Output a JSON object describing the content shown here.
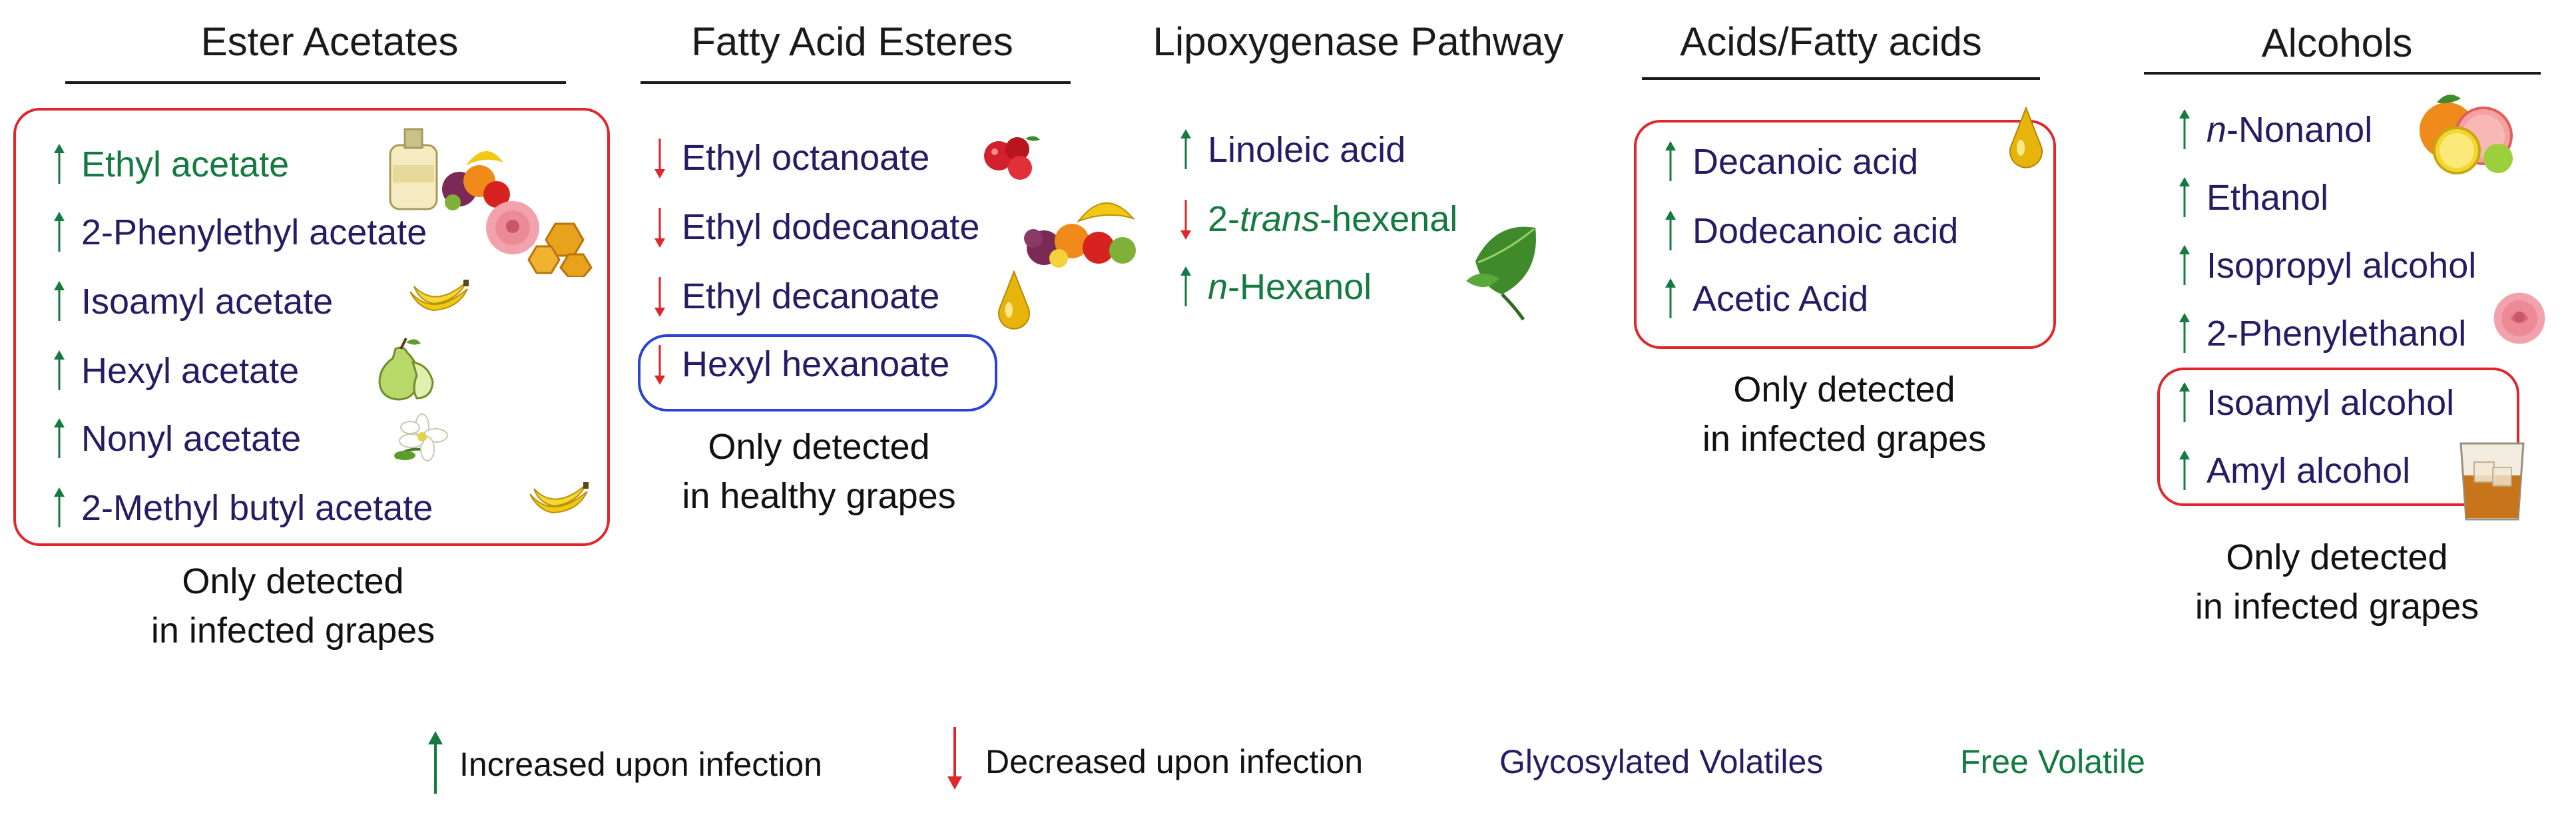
{
  "colors": {
    "increase_arrow": "#147a3f",
    "decrease_arrow": "#e0262c",
    "glycosylated_text": "#241d63",
    "free_text": "#147a3f",
    "infected_box": "#e0262c",
    "healthy_box": "#2a43d4"
  },
  "columns": [
    {
      "header": "Ester Acetates",
      "items": [
        {
          "text": "Ethyl acetate",
          "direction": "up",
          "type": "free",
          "icon": "vinegar-fruit-icon"
        },
        {
          "text": "2-Phenylethyl acetate",
          "direction": "up",
          "type": "glycosylated",
          "icon": "rose-honey-icon"
        },
        {
          "text": "Isoamyl acetate",
          "direction": "up",
          "type": "glycosylated",
          "icon": "banana-icon"
        },
        {
          "text": "Hexyl acetate",
          "direction": "up",
          "type": "glycosylated",
          "icon": "pear-icon"
        },
        {
          "text": "Nonyl acetate",
          "direction": "up",
          "type": "glycosylated",
          "icon": "flower-icon"
        },
        {
          "text": "2-Methyl butyl acetate",
          "direction": "up",
          "type": "glycosylated",
          "icon": "banana-icon"
        }
      ],
      "note_line1": "Only detected",
      "note_line2": "in infected grapes"
    },
    {
      "header": "Fatty Acid Esteres",
      "items": [
        {
          "text": "Ethyl octanoate",
          "direction": "down",
          "type": "glycosylated",
          "icon": "berries-icon"
        },
        {
          "text": "Ethyl dodecanoate",
          "direction": "down",
          "type": "glycosylated",
          "icon": "fruit-pile-icon"
        },
        {
          "text": "Ethyl decanoate",
          "direction": "down",
          "type": "glycosylated",
          "icon": "oil-drop-icon"
        },
        {
          "text": "Hexyl hexanoate",
          "direction": "down",
          "type": "glycosylated",
          "icon": ""
        }
      ],
      "note_line1": "Only detected",
      "note_line2": "in healthy grapes"
    },
    {
      "header": "Lipoxygenase Pathway",
      "items": [
        {
          "text": "Linoleic acid",
          "direction": "up",
          "type": "glycosylated",
          "icon": ""
        },
        {
          "text_pre": "2-",
          "text_italic": "trans",
          "text_post": "-hexenal",
          "direction": "down",
          "type": "free",
          "icon": "leaf-icon"
        },
        {
          "text_italic": "n",
          "text_post": "-Hexanol",
          "direction": "up",
          "type": "free",
          "icon": ""
        }
      ]
    },
    {
      "header": "Acids/Fatty acids",
      "items": [
        {
          "text": "Decanoic acid",
          "direction": "up",
          "type": "glycosylated",
          "icon": "oil-drop-icon"
        },
        {
          "text": "Dodecanoic acid",
          "direction": "up",
          "type": "glycosylated",
          "icon": ""
        },
        {
          "text": "Acetic Acid",
          "direction": "up",
          "type": "glycosylated",
          "icon": ""
        }
      ],
      "note_line1": "Only detected",
      "note_line2": "in infected grapes"
    },
    {
      "header": "Alcohols",
      "items": [
        {
          "text_italic": "n",
          "text_post": "-Nonanol",
          "direction": "up",
          "type": "glycosylated",
          "icon": "citrus-icon"
        },
        {
          "text": "Ethanol",
          "direction": "up",
          "type": "glycosylated",
          "icon": ""
        },
        {
          "text": "Isopropyl alcohol",
          "direction": "up",
          "type": "glycosylated",
          "icon": ""
        },
        {
          "text": "2-Phenylethanol",
          "direction": "up",
          "type": "glycosylated",
          "icon": "rose-icon"
        },
        {
          "text": "Isoamyl alcohol",
          "direction": "up",
          "type": "glycosylated",
          "icon": ""
        },
        {
          "text": "Amyl alcohol",
          "direction": "up",
          "type": "glycosylated",
          "icon": "whisky-glass-icon"
        }
      ],
      "note_line1": "Only detected",
      "note_line2": "in infected grapes"
    }
  ],
  "legend": {
    "increased": "Increased upon infection",
    "decreased": "Decreased upon infection",
    "glycosylated": "Glycosylated Volatiles",
    "free": "Free Volatile"
  }
}
